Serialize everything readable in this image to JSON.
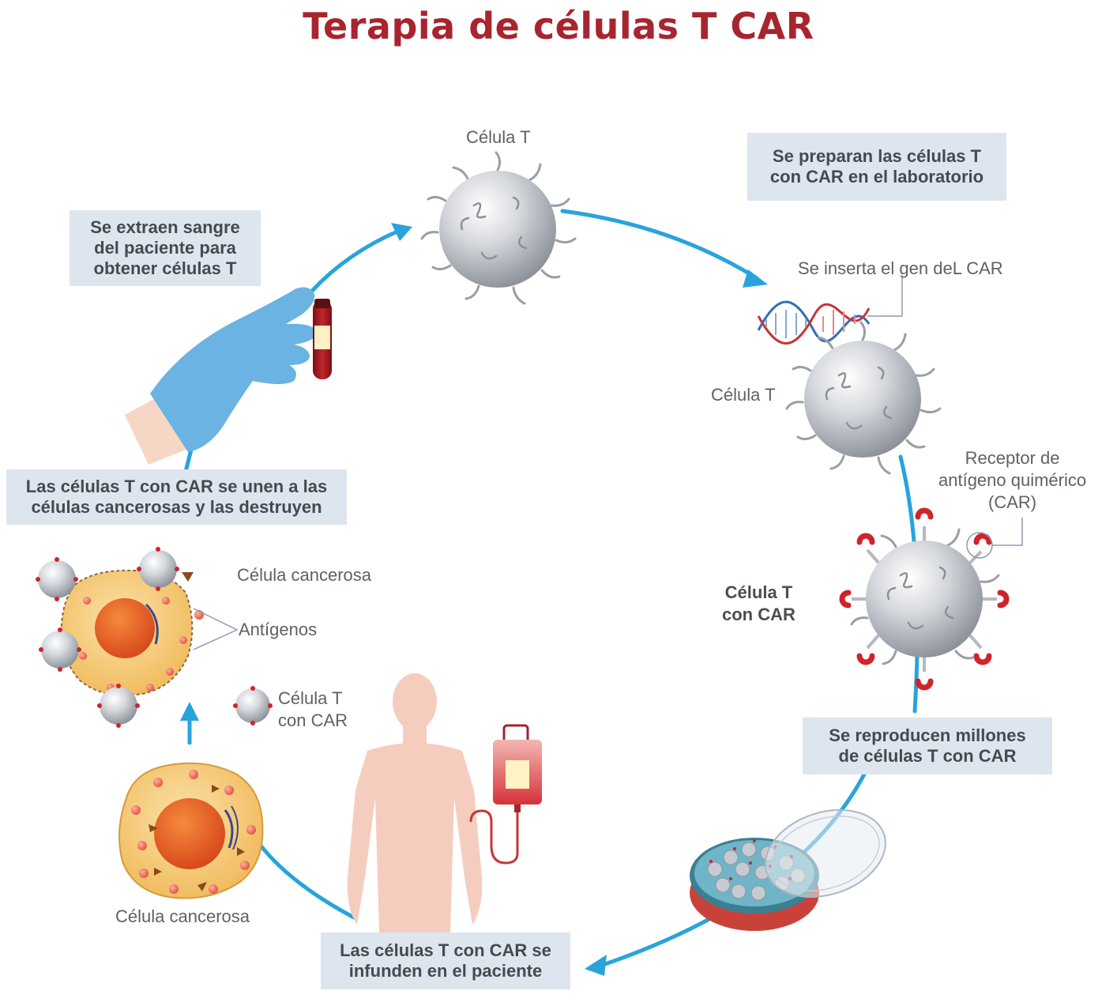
{
  "title": "Terapia de células T CAR",
  "colors": {
    "title": "#a8242f",
    "arrow": "#29a3dc",
    "box_fill": "#dde6ef",
    "box_text": "#454a4f",
    "label_text": "#5e6166",
    "cell_gray": "#b4b8bf",
    "receptor_red": "#d0232b",
    "cancer_cell": "#f3c472",
    "nucleus": "#e5571c",
    "glove": "#6ab3e3",
    "body_skin": "#f5cdbf"
  },
  "boxes": {
    "extract": [
      "Se extraen sangre",
      "del paciente para",
      "obtener células T"
    ],
    "prepare": [
      "Se preparan las células T",
      "con CAR en el laboratorio"
    ],
    "reproduce": [
      "Se reproducen millones",
      "de células T con CAR"
    ],
    "infuse": [
      "Las células T con CAR se",
      "infunden en el paciente"
    ],
    "bind": [
      "Las células T con CAR se unen a las",
      "células cancerosas y las destruyen"
    ]
  },
  "labels": {
    "t_cell_top": "Célula T",
    "gene_insert": "Se inserta el gen deL CAR",
    "t_cell_right": "Célula T",
    "receptor": [
      "Receptor de",
      "antígeno quimérico",
      "(CAR)"
    ],
    "car_t_right": [
      "Célula T",
      "con CAR"
    ],
    "cancer_cell_bottom": "Célula cancerosa",
    "cancer_cell_top": "Célula cancerosa",
    "antigens": "Antígenos",
    "car_t_small": [
      "Célula T",
      "con CAR"
    ]
  },
  "icons": [
    "t-cell-icon",
    "dna-helix-icon",
    "car-t-cell-icon",
    "petri-dish-icon",
    "iv-bag-icon",
    "patient-body-icon",
    "gloved-hand-icon",
    "blood-tube-icon",
    "cancer-cell-icon",
    "cycle-arrow-icon"
  ]
}
